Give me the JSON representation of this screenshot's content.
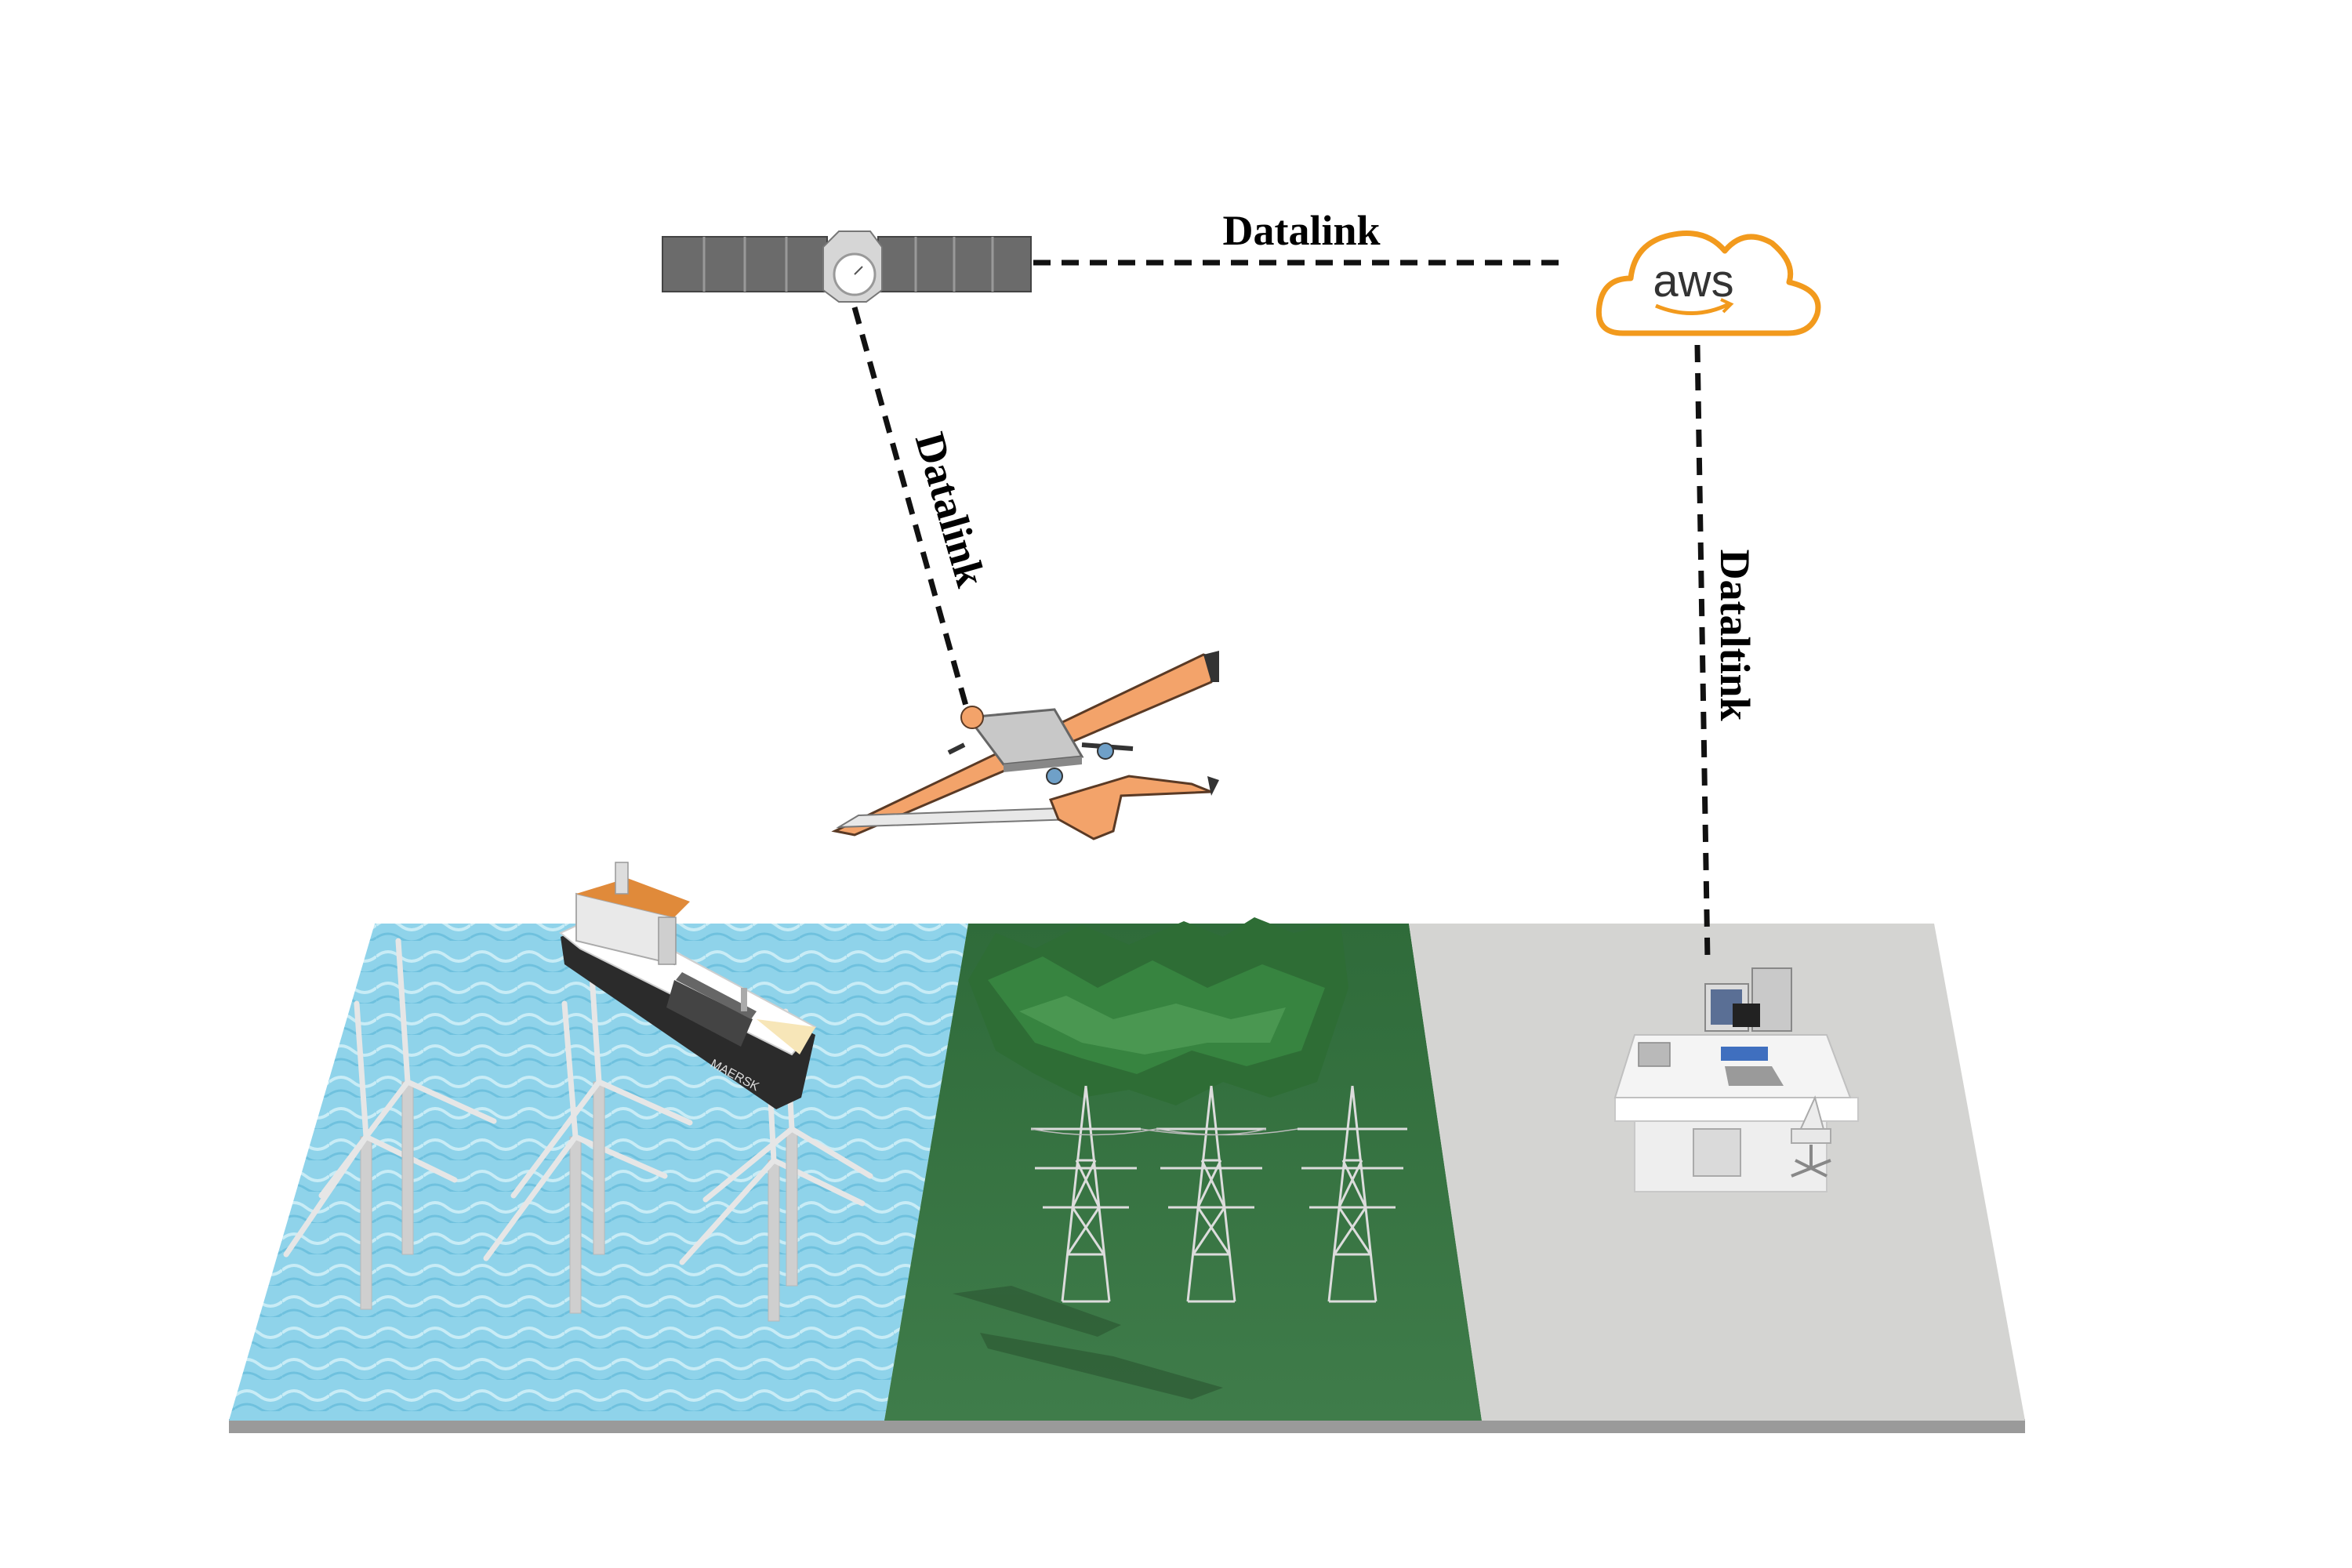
{
  "labels": {
    "sat_to_cloud": "Datalink",
    "sat_to_drone": "Datalink",
    "cloud_to_station": "Dataltink",
    "aws": "aws"
  },
  "ship_hull_text": "MAERSK",
  "colors": {
    "water": "#8fd3ea",
    "forest": "#3f7c4a",
    "ground": "#d4d4d2",
    "aws_orange": "#f29a1d",
    "drone_orange": "#f3a36a",
    "link": "#111111"
  }
}
